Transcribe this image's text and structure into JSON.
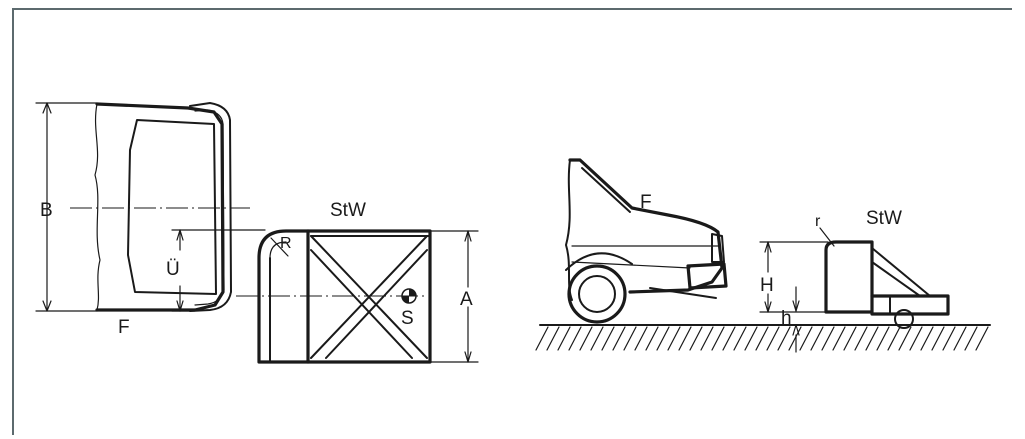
{
  "labels": {
    "B": "B",
    "U": "Ü",
    "F_left": "F",
    "R": "R",
    "StW_left": "StW",
    "S": "S",
    "A": "A",
    "F_right": "F",
    "r": "r",
    "StW_right": "StW",
    "H": "H",
    "h": "h"
  }
}
